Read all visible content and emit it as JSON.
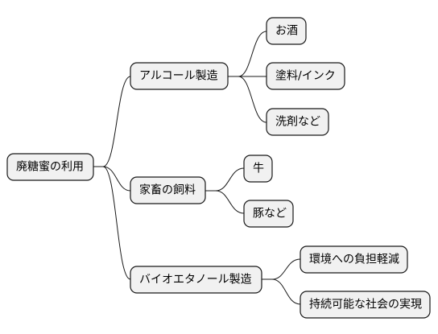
{
  "mindmap": {
    "root": {
      "label": "廃糖蜜の利用"
    },
    "branches": [
      {
        "label": "アルコール製造",
        "children": [
          {
            "label": "お酒"
          },
          {
            "label": "塗料/インク"
          },
          {
            "label": "洗剤など"
          }
        ]
      },
      {
        "label": "家畜の飼料",
        "children": [
          {
            "label": "牛"
          },
          {
            "label": "豚など"
          }
        ]
      },
      {
        "label": "バイオエタノール製造",
        "children": [
          {
            "label": "環境への負担軽減"
          },
          {
            "label": "持続可能な社会の実現"
          }
        ]
      }
    ]
  }
}
